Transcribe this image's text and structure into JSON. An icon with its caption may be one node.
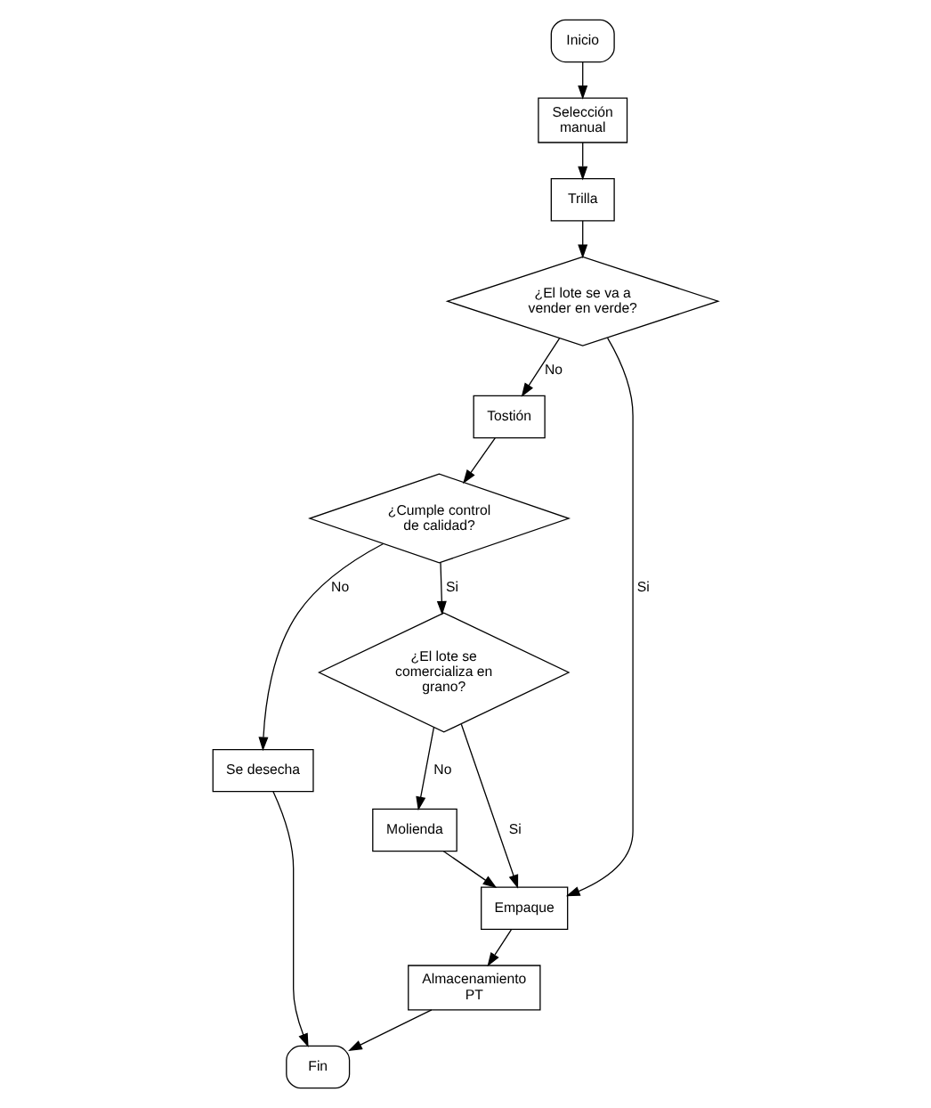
{
  "diagram": {
    "nodes": [
      {
        "text": [
          "Inicio"
        ]
      },
      {
        "text": [
          "Selección manual"
        ]
      },
      {
        "text": [
          "Trilla"
        ]
      },
      {
        "text": [
          "¿El lote se va a vender en verde?"
        ]
      },
      {
        "text": [
          "Tostión"
        ]
      },
      {
        "text": [
          "¿Cumple control de calidad?"
        ]
      },
      {
        "text": [
          "¿El lote se comercializa en grano?"
        ]
      },
      {
        "text": [
          "Molienda"
        ]
      },
      {
        "text": [
          "Empaque"
        ]
      },
      {
        "text": [
          "Almacenamiento PT"
        ]
      },
      {
        "text": [
          "Fin"
        ]
      },
      {
        "text": [
          "Se desecha"
        ]
      }
    ],
    "edges": [
      {
        "from": 0,
        "to": 1,
        "arrow": "to"
      },
      {
        "from": 1,
        "to": 2,
        "arrow": "to"
      },
      {
        "from": 2,
        "to": 3,
        "arrow": "to"
      },
      {
        "from": 3,
        "to": 8,
        "arrow": "to",
        "label": "Si"
      },
      {
        "from": 3,
        "to": 4,
        "arrow": "to",
        "label": "No"
      },
      {
        "from": 4,
        "to": 5,
        "arrow": "to"
      },
      {
        "from": 5,
        "to": 6,
        "arrow": "to",
        "label": "Si"
      },
      {
        "from": 6,
        "to": 7,
        "arrow": "to",
        "label": "No"
      },
      {
        "from": 6,
        "to": 8,
        "arrow": "to",
        "label": "Si"
      },
      {
        "from": 7,
        "to": 8,
        "arrow": "to"
      },
      {
        "from": 8,
        "to": 9,
        "arrow": "to"
      },
      {
        "from": 9,
        "to": 10,
        "arrow": "to"
      },
      {
        "from": 5,
        "to": 11,
        "arrow": "to",
        "label": "No"
      },
      {
        "from": 11,
        "to": 10,
        "arrow": "to"
      }
    ]
  }
}
